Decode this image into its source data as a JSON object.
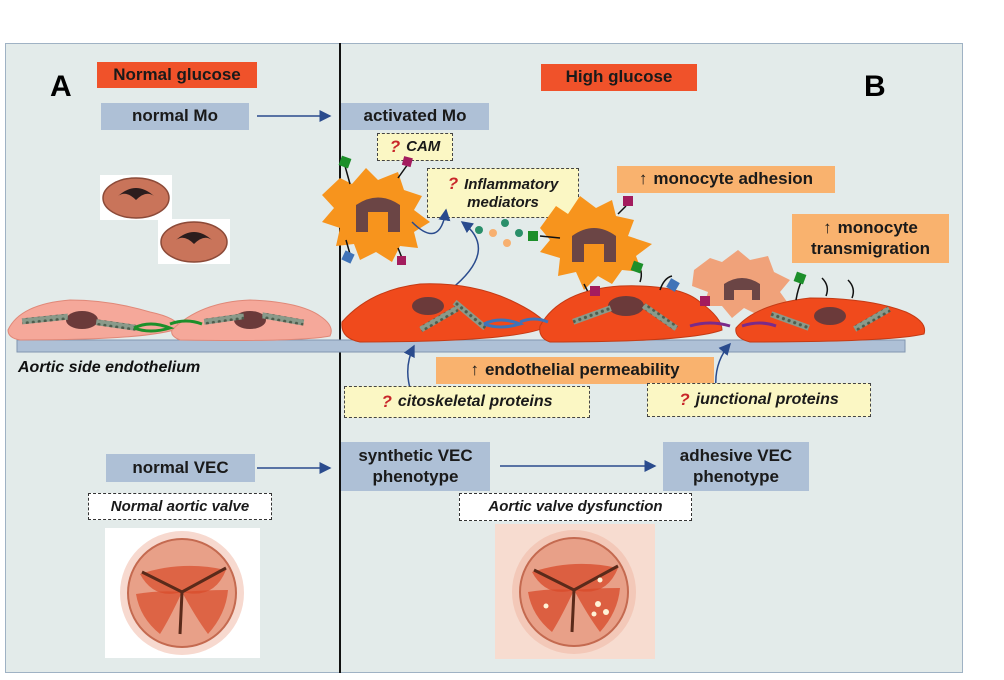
{
  "panels": {
    "a": "A",
    "b": "B"
  },
  "labels": {
    "normal_glucose": "Normal glucose",
    "high_glucose": "High glucose",
    "normal_mo": "normal Mo",
    "activated_mo": "activated Mo",
    "cam": "CAM",
    "inflammatory": "Inflammatory mediators",
    "inflammatory_line1": "Inflammatory",
    "inflammatory_line2": "mediators",
    "monocyte_adhesion": "monocyte adhesion",
    "monocyte_transmigration_line1": "monocyte",
    "monocyte_transmigration_line2": "transmigration",
    "aortic_side": "Aortic side endothelium",
    "endothelial_permeability": "endothelial permeability",
    "citoskeletal": "citoskeletal proteins",
    "junctional": "junctional proteins",
    "normal_vec": "normal VEC",
    "synthetic_vec_line1": "synthetic VEC",
    "synthetic_vec_line2": "phenotype",
    "adhesive_vec_line1": "adhesive VEC",
    "adhesive_vec_line2": "phenotype",
    "normal_valve": "Normal aortic valve",
    "valve_dysfunction": "Aortic valve dysfunction",
    "question_mark": "?",
    "up_arrow": "↑"
  },
  "colors": {
    "condition_red": "#f0522a",
    "blue_box": "#aec0d6",
    "orange_box": "#f9b26e",
    "yellow_box": "#fbf7c4",
    "normal_cell": "#f5a89a",
    "activated_cell": "#f04a1c",
    "monocyte": "#f7941d",
    "nucleus": "#6b3a3a"
  }
}
